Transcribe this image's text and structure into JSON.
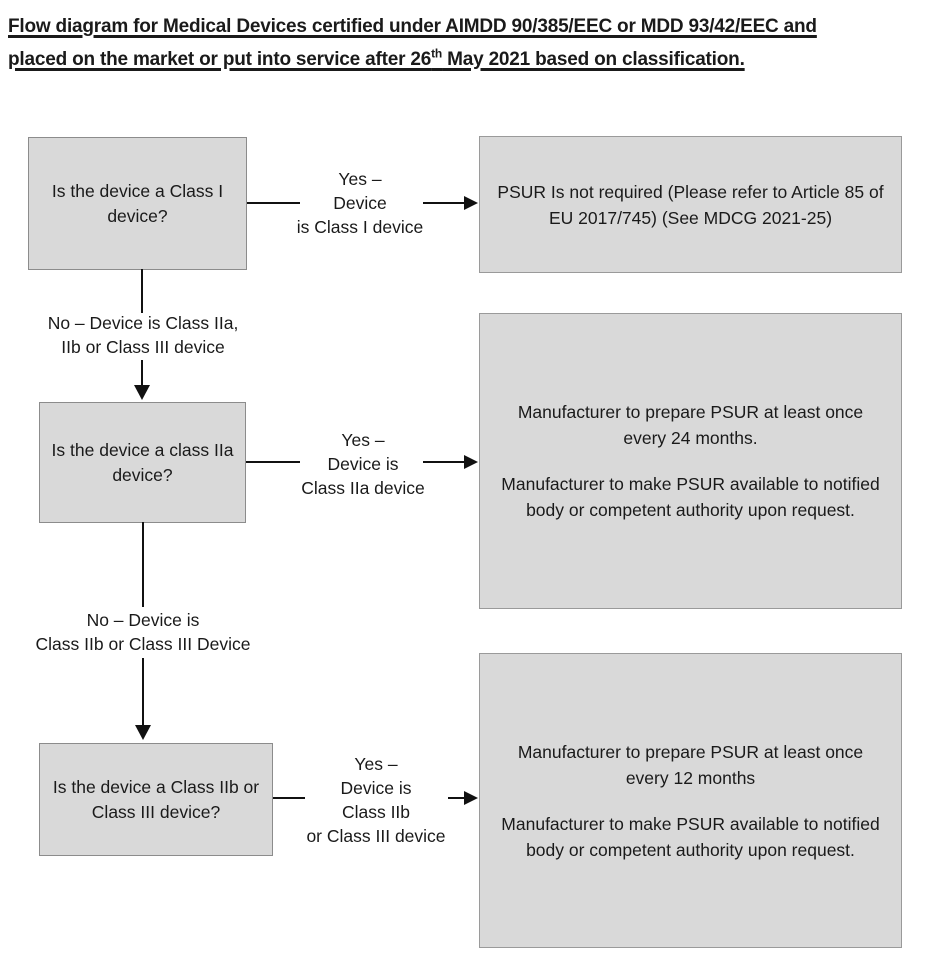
{
  "title": {
    "line1": "Flow diagram for Medical Devices certified under AIMDD 90/385/EEC or MDD 93/42/EEC and",
    "line2_pre": "placed on the market or put into service after 26",
    "line2_sup": "th",
    "line2_post": " May 2021 based on classification."
  },
  "flow": {
    "q1": {
      "lines": [
        "Is the device a Class I",
        "device?"
      ]
    },
    "yes1": {
      "lines": [
        "Yes –",
        "Device",
        "is Class I device"
      ]
    },
    "r1": {
      "lines": [
        "PSUR Is not required (Please refer to Article 85 of",
        "EU 2017/745)  (See MDCG 2021-25)"
      ]
    },
    "no1": {
      "lines": [
        "No – Device is Class IIa,",
        "IIb or Class III device"
      ]
    },
    "q2": {
      "lines": [
        "Is the device a class IIa",
        "device?"
      ]
    },
    "yes2": {
      "lines": [
        "Yes –",
        "Device is",
        "Class IIa device"
      ]
    },
    "r2": {
      "para1": [
        "Manufacturer to prepare PSUR at least once",
        "every 24 months."
      ],
      "para2": [
        "Manufacturer to make PSUR available to notified",
        "body or competent authority upon request."
      ]
    },
    "no2": {
      "lines": [
        "No – Device is",
        "Class IIb or Class III Device"
      ]
    },
    "q3": {
      "lines": [
        "Is the device a Class IIb or",
        "Class III device?"
      ]
    },
    "yes3": {
      "lines": [
        "Yes –",
        "Device is",
        "Class IIb",
        "or Class III device"
      ]
    },
    "r3": {
      "para1": [
        "Manufacturer to prepare PSUR at least once",
        "every 12 months"
      ],
      "para2": [
        "Manufacturer to make PSUR available to notified",
        "body or competent authority upon request."
      ]
    }
  },
  "colors": {
    "box_fill": "#d9d9d9",
    "box_border": "#8c8c8c",
    "line": "#111111",
    "text": "#1a1a1a",
    "background": "#ffffff"
  }
}
